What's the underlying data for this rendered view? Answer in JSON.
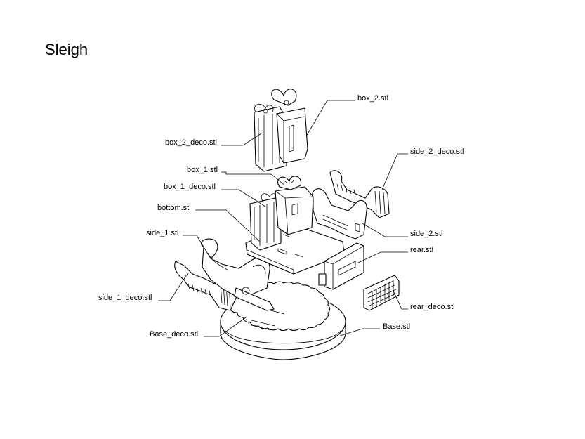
{
  "title": "Sleigh",
  "labels": {
    "box_2": "box_2.stl",
    "box_2_deco": "box_2_deco.stl",
    "side_2_deco": "side_2_deco.stl",
    "box_1": "box_1.stl",
    "box_1_deco": "box_1_deco.stl",
    "bottom": "bottom.stl",
    "side_2": "side_2.stl",
    "side_1": "side_1.stl",
    "rear": "rear.stl",
    "side_1_deco": "side_1_deco.stl",
    "rear_deco": "rear_deco.stl",
    "base": "Base.stl",
    "base_deco": "Base_deco.stl"
  }
}
